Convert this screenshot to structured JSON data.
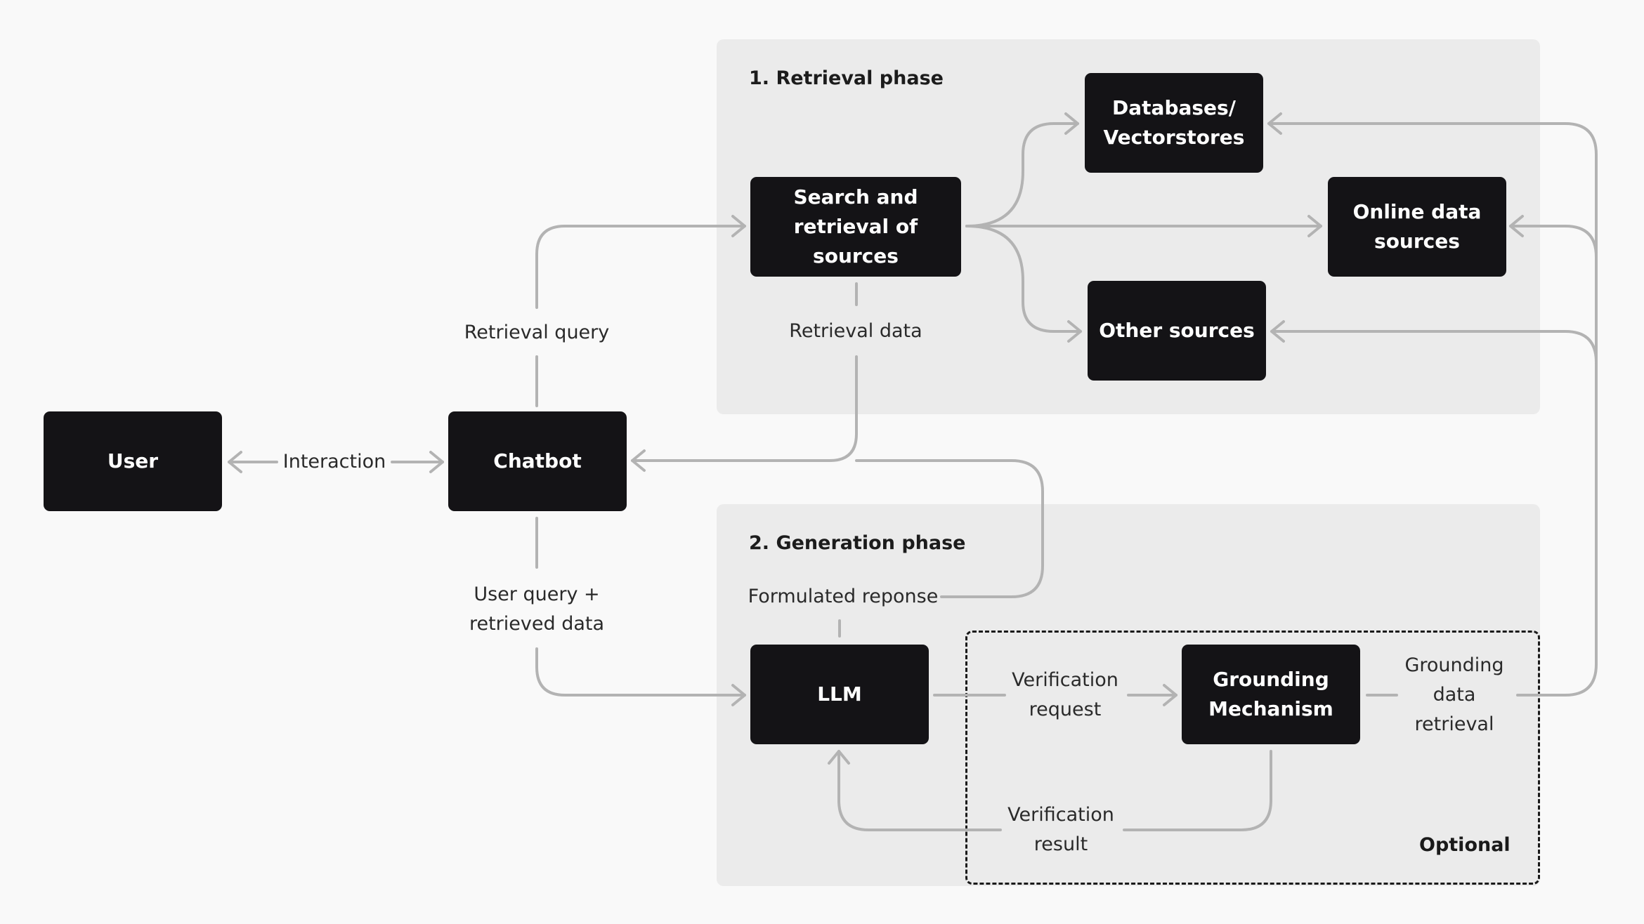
{
  "phases": {
    "retrieval": {
      "title": "1. Retrieval phase"
    },
    "generation": {
      "title": "2. Generation phase"
    }
  },
  "nodes": {
    "user": "User",
    "chatbot": "Chatbot",
    "search": "Search and\nretrieval of sources",
    "databases": "Databases/\nVectorstores",
    "online": "Online data\nsources",
    "other": "Other sources",
    "llm": "LLM",
    "grounding": "Grounding\nMechanism"
  },
  "edge_labels": {
    "interaction": "Interaction",
    "retrieval_query": "Retrieval query",
    "retrieval_data": "Retrieval data",
    "user_query": "User query +\nretrieved data",
    "formulated_response": "Formulated reponse",
    "verification_request": "Verification\nrequest",
    "verification_result": "Verification\nresult",
    "grounding_retrieval": "Grounding\ndata\nretrieval"
  },
  "optional_label": "Optional",
  "colors": {
    "background": "#f9f9f9",
    "panel": "#ebebeb",
    "node": "#141316",
    "node_text": "#ffffff",
    "connector": "#b3b3b3"
  }
}
